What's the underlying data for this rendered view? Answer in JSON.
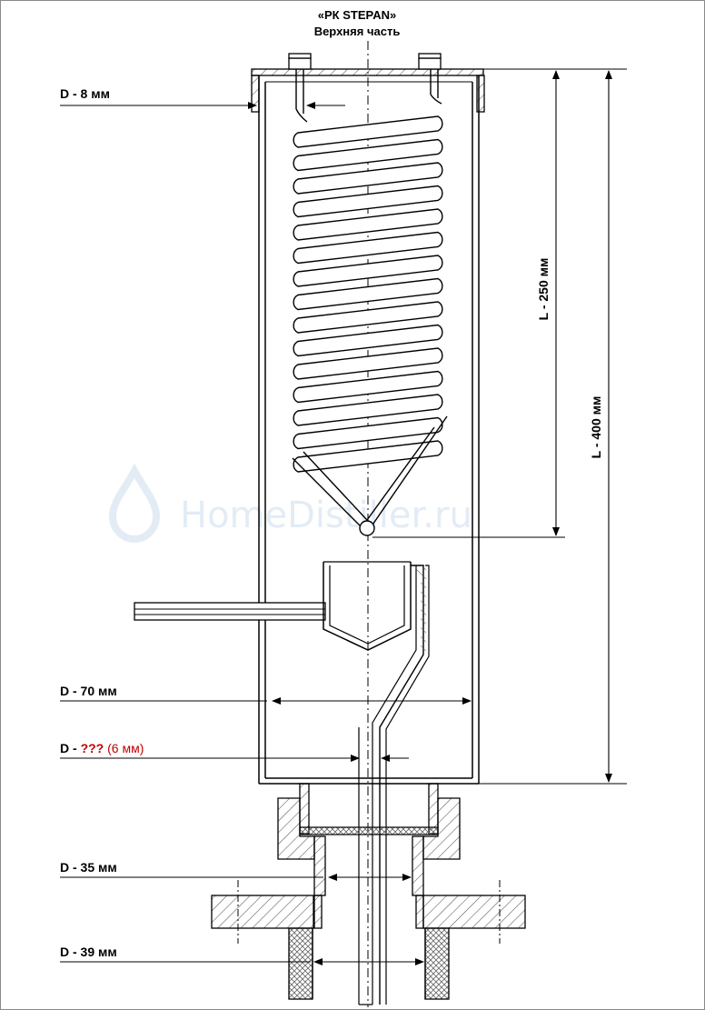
{
  "header": {
    "title": "«РК STEPAN»",
    "subtitle": "Верхняя часть"
  },
  "watermark": {
    "text": "HomeDistiller.ru",
    "color": "#e3ecf5"
  },
  "dimensions": {
    "d_tube": "D - 8 мм",
    "d_column": "D - 70 мм",
    "d_drain_prefix": "D - ",
    "d_drain_unknown": "???",
    "d_drain_value": " (6 мм)",
    "d_inner": "D - 35 мм",
    "d_outer": "D - 39 мм",
    "l_coil": "L - 250 мм",
    "l_total": "L - 400 мм"
  },
  "colors": {
    "line": "#000000",
    "highlight": "#c00000",
    "hatch": "#555555",
    "frame": "#8a8a8a"
  }
}
